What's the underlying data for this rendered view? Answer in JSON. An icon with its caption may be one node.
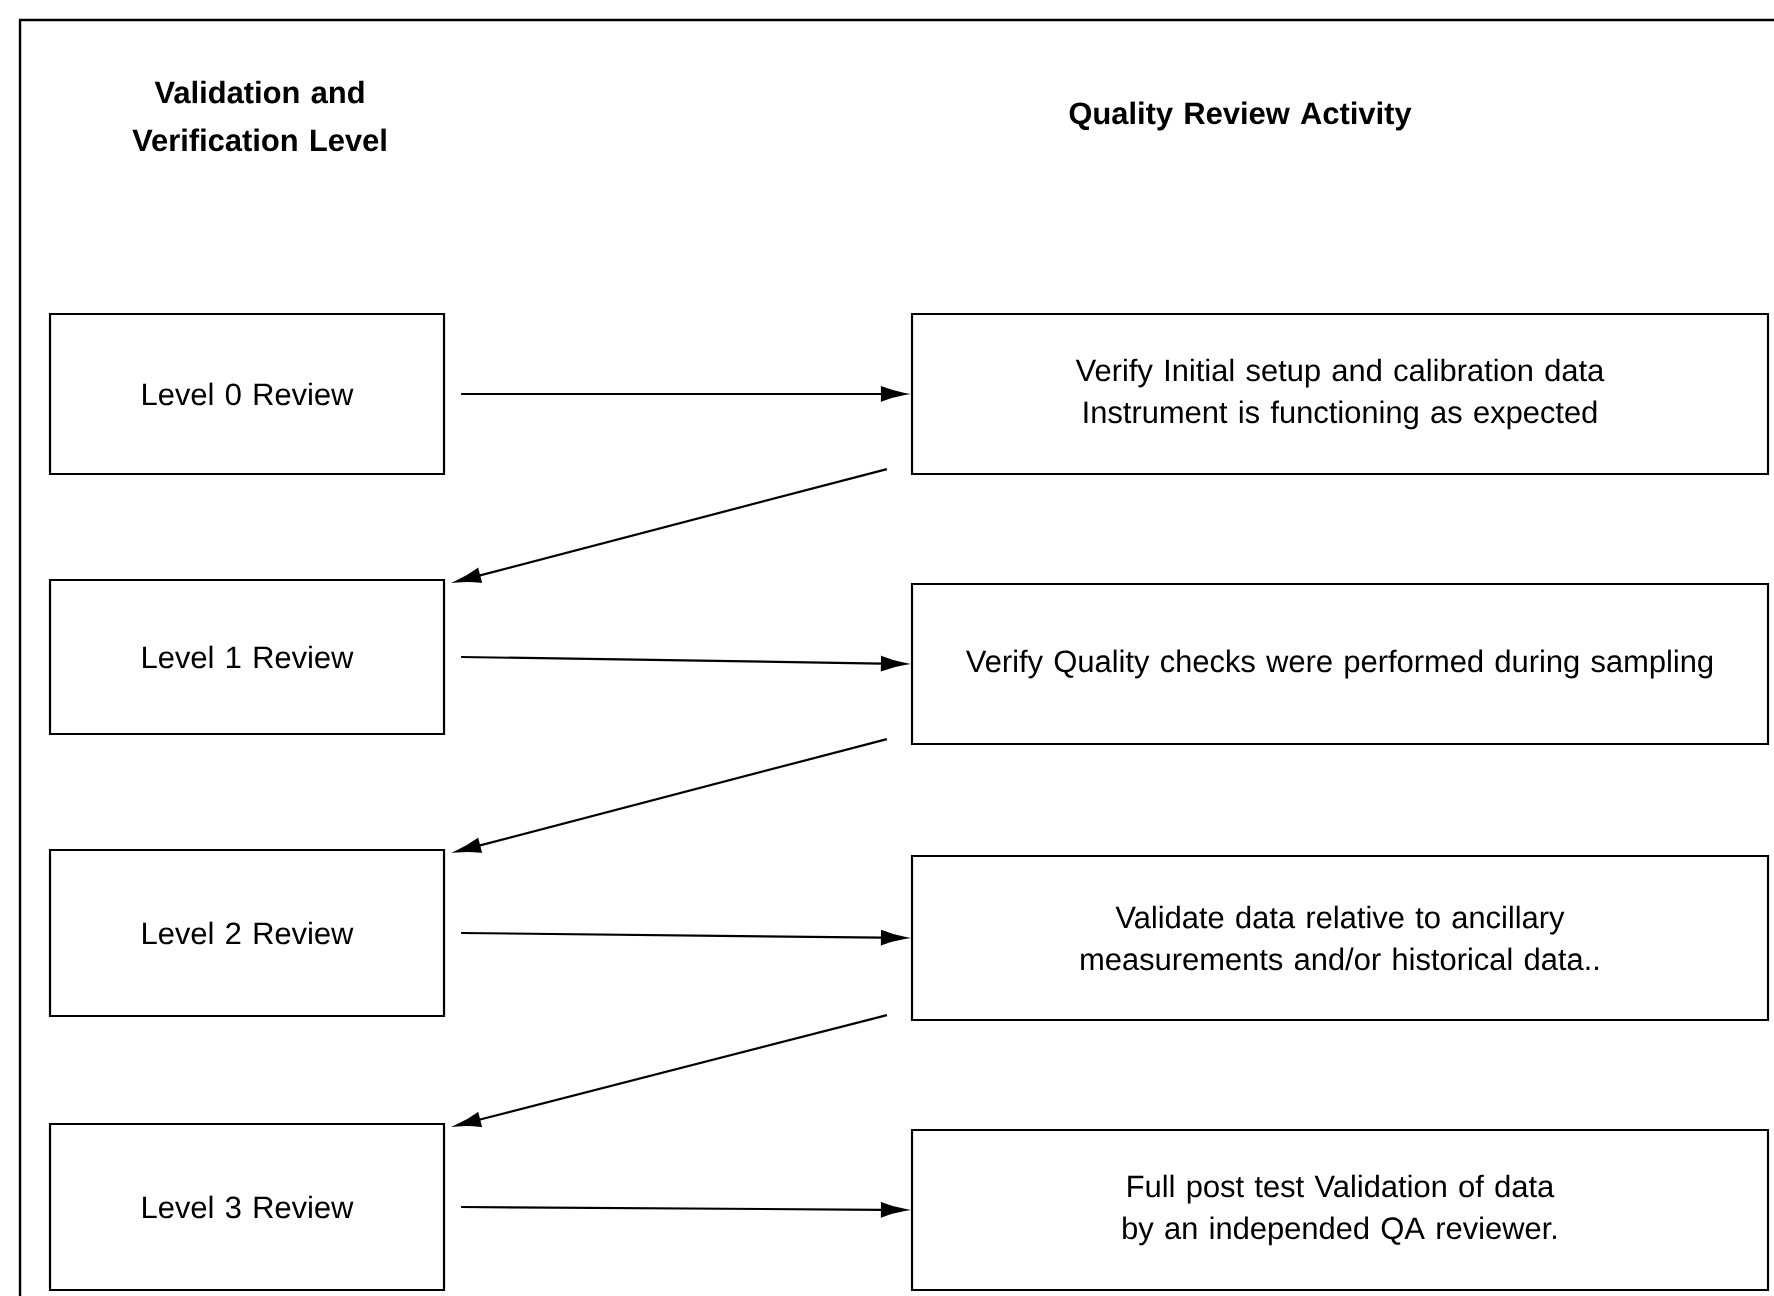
{
  "diagram": {
    "nodes": [
      {
        "text": [
          "Level 0 Review"
        ]
      },
      {
        "text": [
          "Verify Initial setup and calibration data Instrument is functioning as expected"
        ]
      },
      {
        "text": [
          "Level 1 Review"
        ]
      },
      {
        "text": [
          "Verify Quality checks were performed during sampling"
        ]
      },
      {
        "text": [
          "Level 2 Review"
        ]
      },
      {
        "text": [
          "Validate data relative to ancillary measurements and/or historical data.."
        ]
      },
      {
        "text": [
          "Level 3 Review"
        ]
      },
      {
        "text": [
          "Full post test Validation of data by an independed QA reviewer."
        ]
      }
    ],
    "edges": [
      {
        "from": 0,
        "to": 1,
        "arrow": "to"
      },
      {
        "from": 1,
        "to": 2,
        "arrow": "to"
      },
      {
        "from": 2,
        "to": 3,
        "arrow": "to"
      },
      {
        "from": 3,
        "to": 4,
        "arrow": "to"
      },
      {
        "from": 4,
        "to": 5,
        "arrow": "to"
      },
      {
        "from": 5,
        "to": 6,
        "arrow": "to"
      },
      {
        "from": 6,
        "to": 7,
        "arrow": "to"
      }
    ],
    "labels": [
      "Validation and Verification Level",
      "Quality Review Activity"
    ]
  }
}
